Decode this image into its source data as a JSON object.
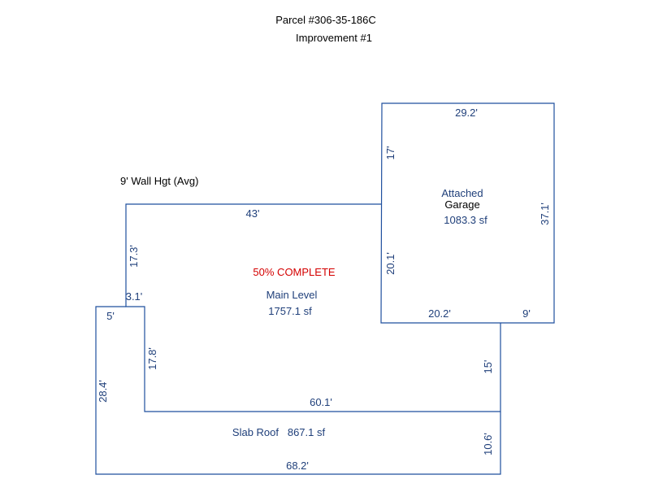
{
  "header": {
    "parcel": "Parcel #306-35-186C",
    "improvement": "Improvement #1"
  },
  "notes": {
    "wall_height": "9' Wall Hgt (Avg)",
    "status": "50% COMPLETE"
  },
  "areas": {
    "garage": {
      "line1": "Attached",
      "line2": "Garage",
      "size": "1083.3 sf"
    },
    "main": {
      "name": "Main Level",
      "size": "1757.1 sf"
    },
    "slab": {
      "label": "Slab Roof   867.1 sf"
    }
  },
  "dimensions": {
    "garage_top": "29.2'",
    "garage_left": "17'",
    "garage_right": "37.1'",
    "garage_left_lower": "20.1'",
    "garage_bottom_left": "20.2'",
    "garage_bottom_right": "9'",
    "main_top": "43'",
    "main_left": "17.3'",
    "main_notch": "3.1'",
    "slab_top": "5'",
    "main_inner_left": "17.8'",
    "main_right": "15'",
    "main_bottom": "60.1'",
    "slab_left": "28.4'",
    "slab_right": "10.6'",
    "slab_bottom": "68.2'"
  },
  "colors": {
    "walls": "#1f4f9e",
    "labels": "#1f3f7a",
    "status": "#d40000"
  }
}
